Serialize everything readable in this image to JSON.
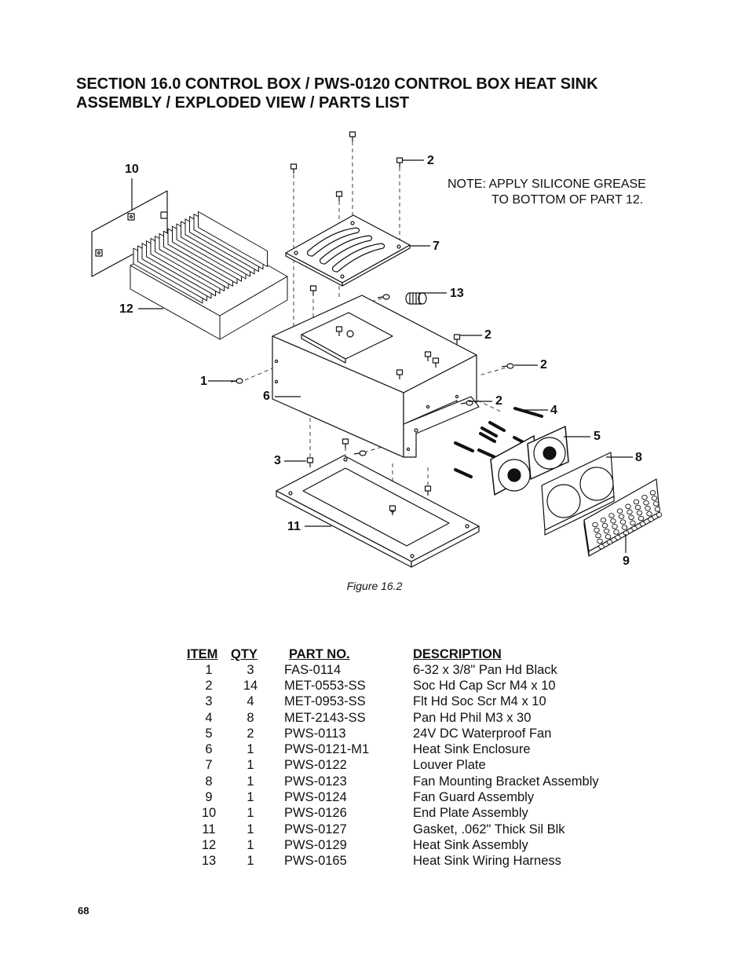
{
  "title": {
    "line1": "SECTION 16.0 CONTROL BOX / PWS-0120 CONTROL BOX HEAT SINK",
    "line2": "ASSEMBLY / EXPLODED VIEW / PARTS LIST"
  },
  "note": {
    "line1": "NOTE: APPLY SILICONE GREASE",
    "line2": "TO BOTTOM OF PART 12."
  },
  "callouts": {
    "c10": "10",
    "c12": "12",
    "c1": "1",
    "c6": "6",
    "c3": "3",
    "c11": "11",
    "c2a": "2",
    "c7": "7",
    "c13": "13",
    "c2b": "2",
    "c2c": "2",
    "c2d": "2",
    "c4": "4",
    "c5": "5",
    "c8": "8",
    "c9": "9"
  },
  "caption": "Figure 16.2",
  "table": {
    "headers": {
      "item": "ITEM",
      "qty": "QTY",
      "part": "PART NO.",
      "desc": "DESCRIPTION"
    },
    "rows": [
      {
        "item": "1",
        "qty": "3",
        "part": "FAS-0114",
        "desc": "6-32 x 3/8\" Pan Hd Black"
      },
      {
        "item": "2",
        "qty": "14",
        "part": "MET-0553-SS",
        "desc": "Soc Hd Cap Scr M4 x 10"
      },
      {
        "item": "3",
        "qty": "4",
        "part": "MET-0953-SS",
        "desc": "Flt Hd Soc Scr M4 x 10"
      },
      {
        "item": "4",
        "qty": "8",
        "part": "MET-2143-SS",
        "desc": "Pan Hd Phil M3 x 30"
      },
      {
        "item": "5",
        "qty": "2",
        "part": "PWS-0113",
        "desc": "24V DC Waterproof Fan"
      },
      {
        "item": "6",
        "qty": "1",
        "part": "PWS-0121-M1",
        "desc": "Heat Sink Enclosure"
      },
      {
        "item": "7",
        "qty": "1",
        "part": "PWS-0122",
        "desc": "Louver Plate"
      },
      {
        "item": "8",
        "qty": "1",
        "part": "PWS-0123",
        "desc": "Fan Mounting Bracket Assembly"
      },
      {
        "item": "9",
        "qty": "1",
        "part": "PWS-0124",
        "desc": "Fan Guard Assembly"
      },
      {
        "item": "10",
        "qty": "1",
        "part": "PWS-0126",
        "desc": "End Plate Assembly"
      },
      {
        "item": "11",
        "qty": "1",
        "part": "PWS-0127",
        "desc": "Gasket, .062\" Thick Sil Blk"
      },
      {
        "item": "12",
        "qty": "1",
        "part": "PWS-0129",
        "desc": "Heat Sink Assembly"
      },
      {
        "item": "13",
        "qty": "1",
        "part": "PWS-0165",
        "desc": "Heat Sink Wiring Harness"
      }
    ]
  },
  "page_number": "68"
}
